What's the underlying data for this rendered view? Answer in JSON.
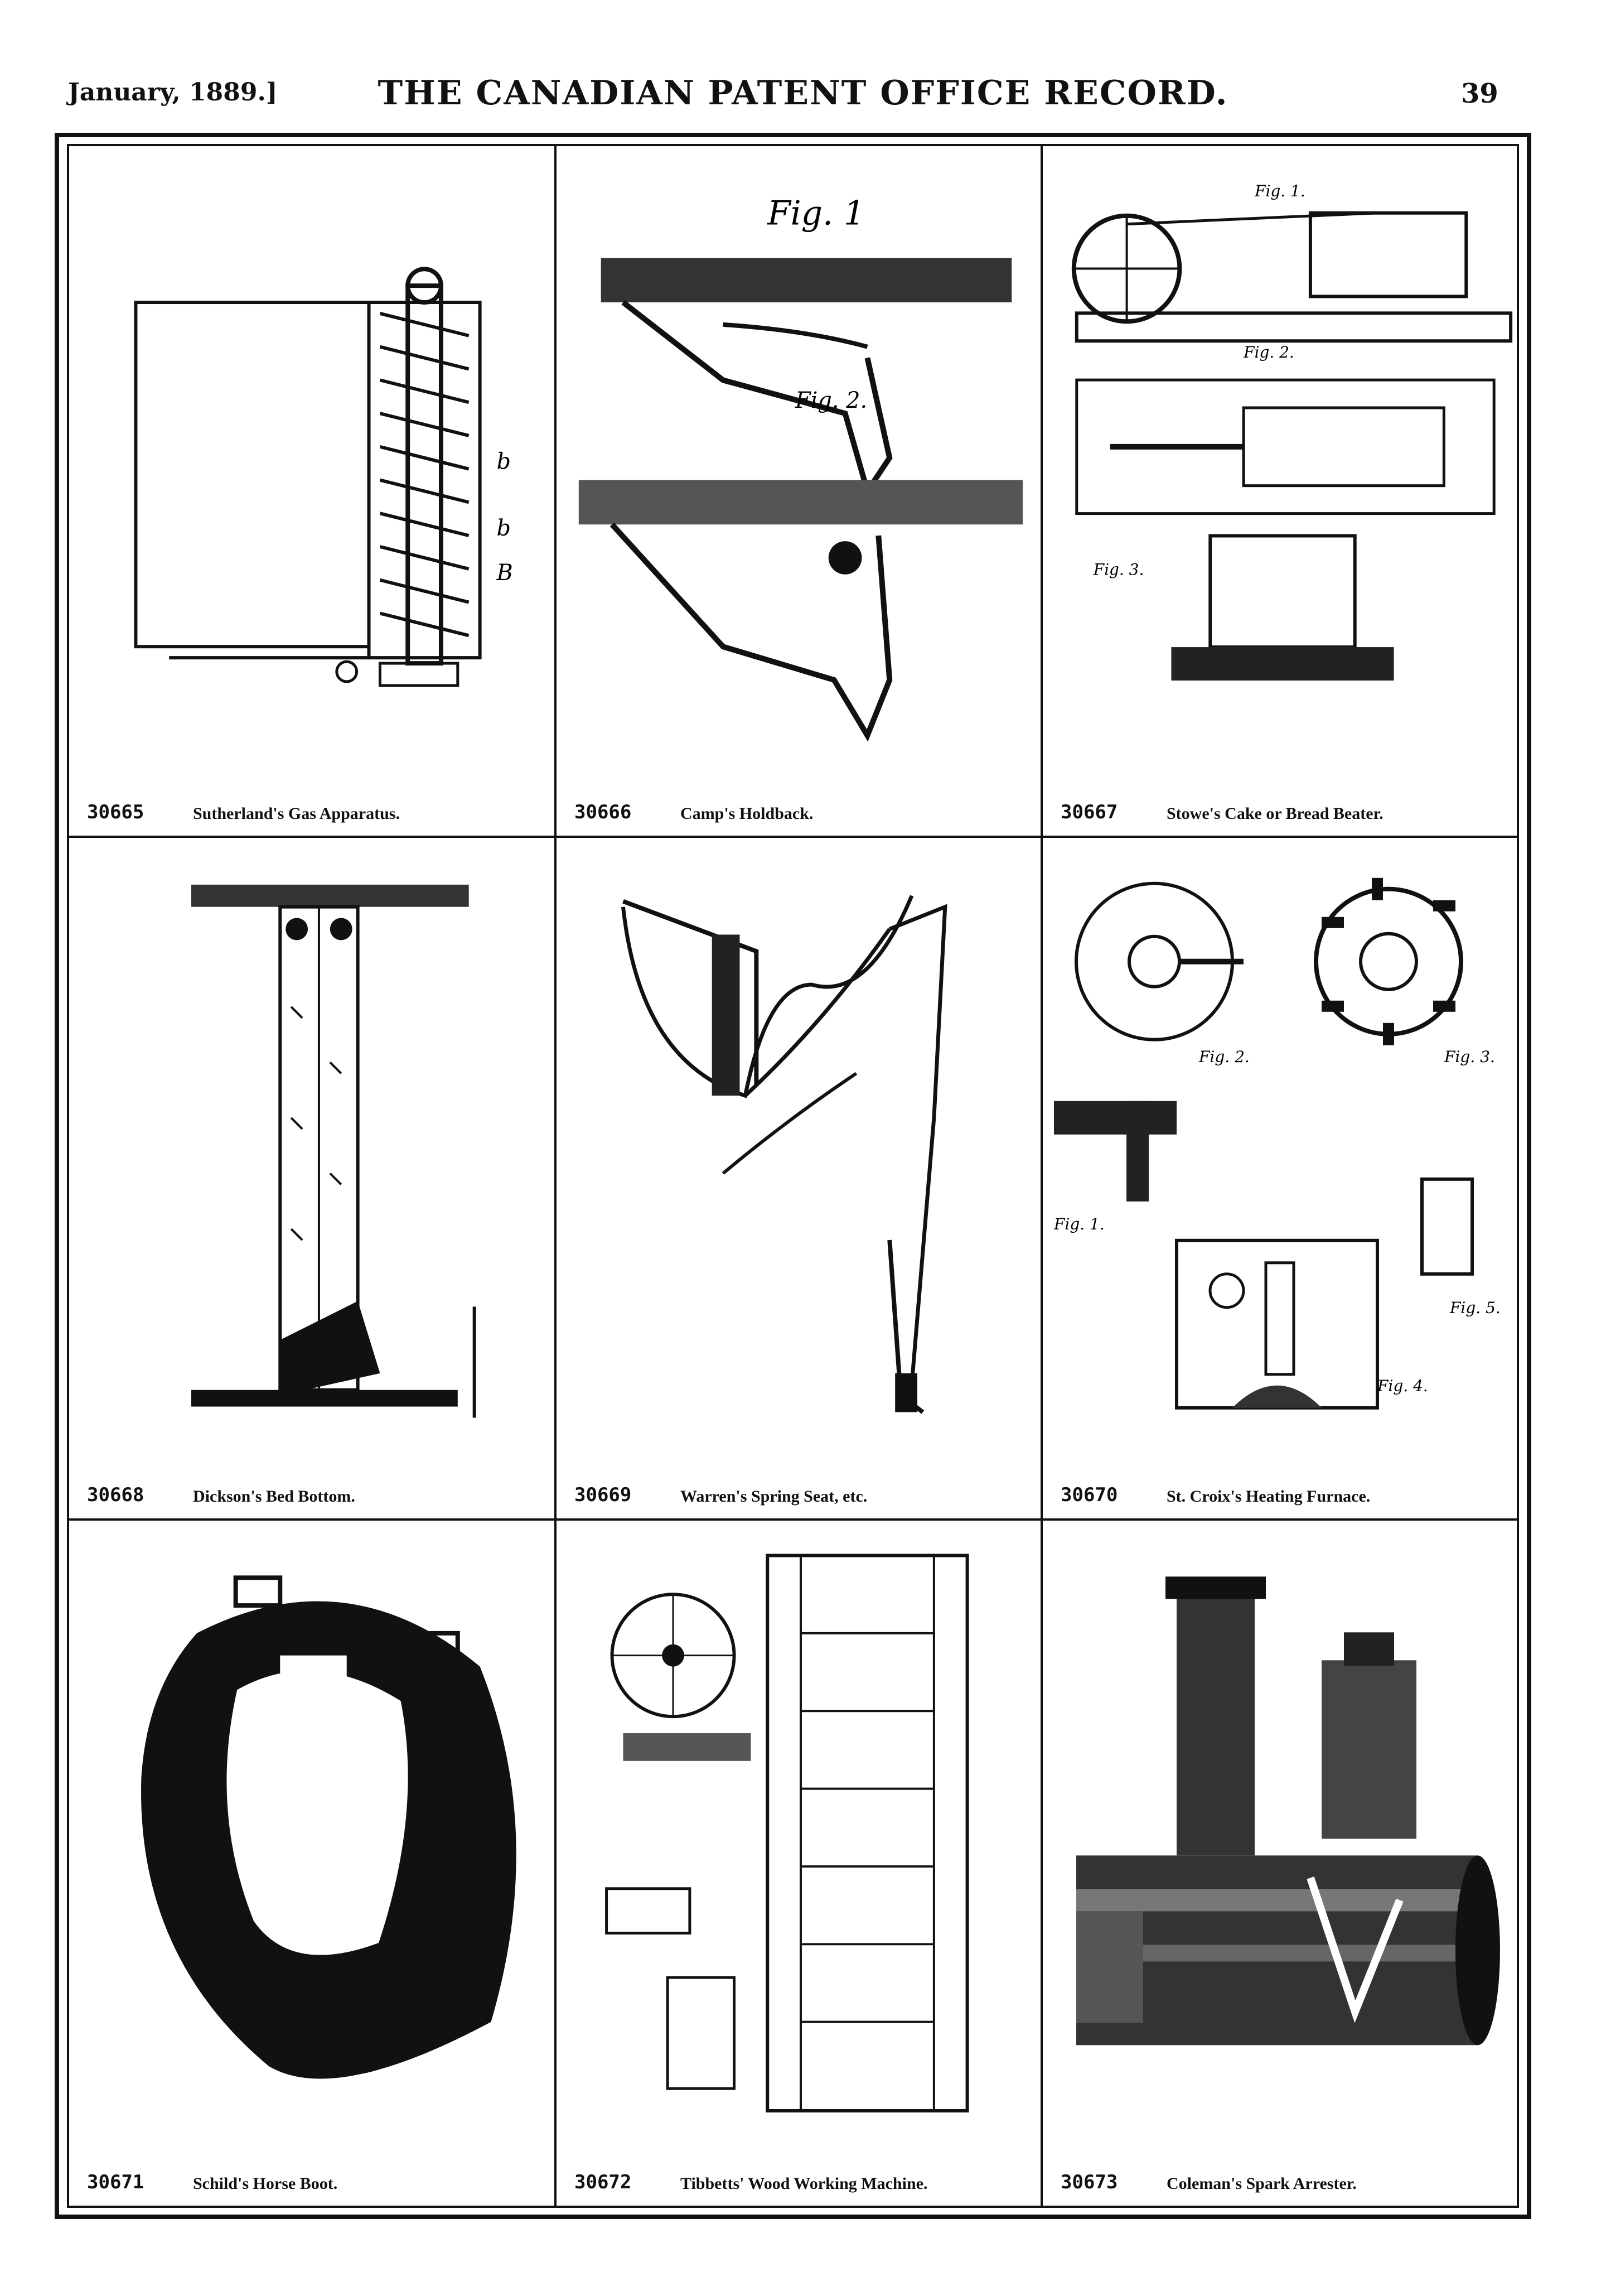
{
  "header": {
    "date": "January, 1889.]",
    "title": "THE CANADIAN PATENT OFFICE RECORD.",
    "page": "39"
  },
  "patents": [
    {
      "number": "30665",
      "title": "Sutherland's Gas Apparatus.",
      "icon": "gas-apparatus-drawing"
    },
    {
      "number": "30666",
      "title": "Camp's Holdback.",
      "icon": "holdback-drawing",
      "fig_labels": [
        "Fig. 1",
        "Fig. 2."
      ]
    },
    {
      "number": "30667",
      "title": "Stowe's Cake or Bread Beater.",
      "icon": "beater-drawing",
      "fig_labels": [
        "Fig. 1.",
        "Fig. 2.",
        "Fig. 3."
      ]
    },
    {
      "number": "30668",
      "title": "Dickson's Bed Bottom.",
      "icon": "bed-bottom-drawing"
    },
    {
      "number": "30669",
      "title": "Warren's Spring Seat, etc.",
      "icon": "spring-seat-drawing"
    },
    {
      "number": "30670",
      "title": "St. Croix's Heating Furnace.",
      "icon": "furnace-drawing",
      "fig_labels": [
        "Fig. 2.",
        "Fig. 3.",
        "Fig. 1.",
        "Fig. 5.",
        "Fig. 4."
      ]
    },
    {
      "number": "30671",
      "title": "Schild's Horse Boot.",
      "icon": "horse-boot-drawing"
    },
    {
      "number": "30672",
      "title": "Tibbetts' Wood Working Machine.",
      "icon": "wood-machine-drawing"
    },
    {
      "number": "30673",
      "title": "Coleman's Spark Arrester.",
      "icon": "spark-arrester-drawing"
    }
  ]
}
